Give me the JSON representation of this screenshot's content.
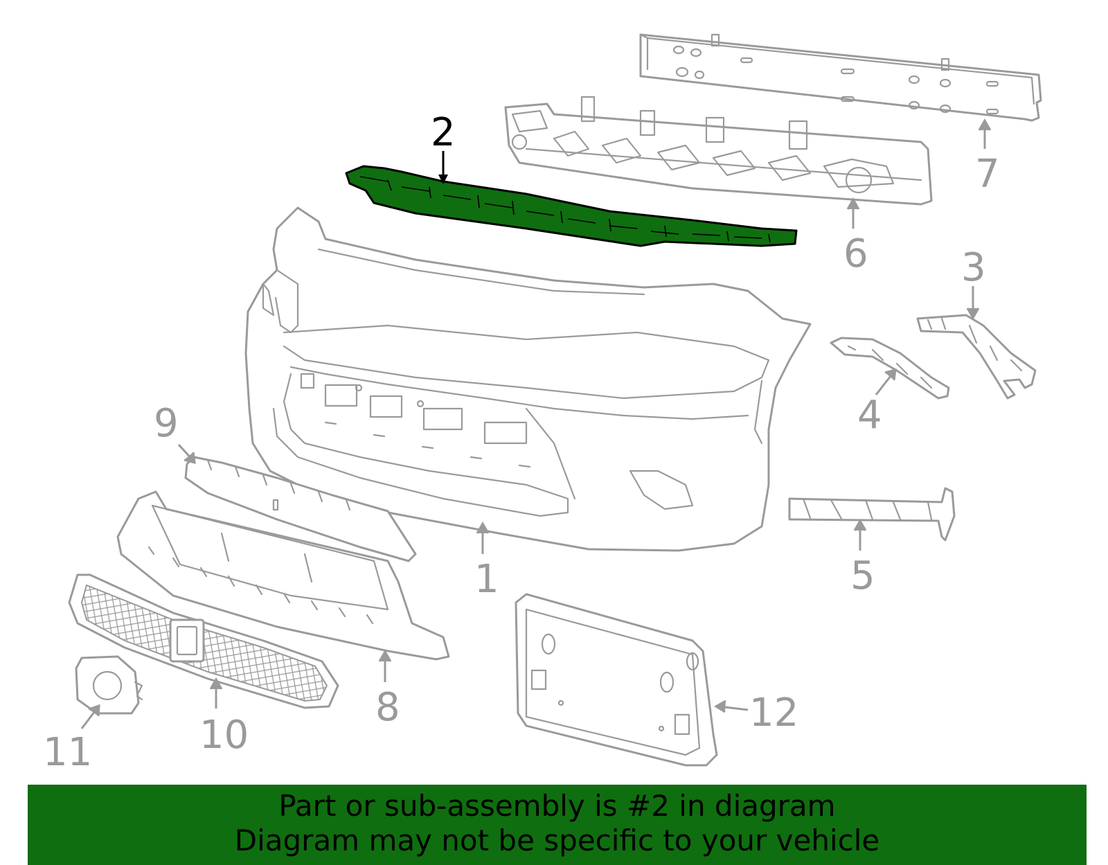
{
  "diagram": {
    "highlight_color": "#0f6e0f",
    "callouts": [
      {
        "id": 1,
        "label": "1"
      },
      {
        "id": 2,
        "label": "2"
      },
      {
        "id": 3,
        "label": "3"
      },
      {
        "id": 4,
        "label": "4"
      },
      {
        "id": 5,
        "label": "5"
      },
      {
        "id": 6,
        "label": "6"
      },
      {
        "id": 7,
        "label": "7"
      },
      {
        "id": 8,
        "label": "8"
      },
      {
        "id": 9,
        "label": "9"
      },
      {
        "id": 10,
        "label": "10"
      },
      {
        "id": 11,
        "label": "11"
      },
      {
        "id": 12,
        "label": "12"
      }
    ]
  },
  "banner": {
    "line1": "Part or sub-assembly is #2 in diagram",
    "line2": "Diagram may not be specific to your vehicle"
  }
}
